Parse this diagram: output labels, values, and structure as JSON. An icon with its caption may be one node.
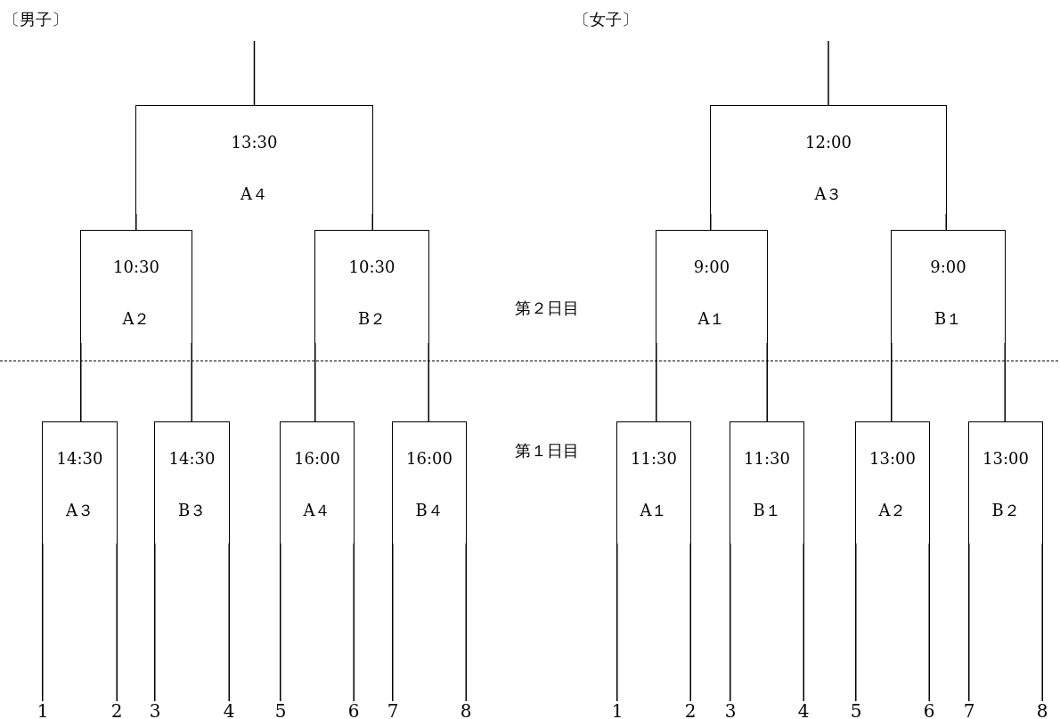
{
  "diagram": {
    "nodes": [
      {
        "text": [
          "13:30",
          "A４"
        ]
      },
      {
        "text": [
          "10:30",
          "A２"
        ]
      },
      {
        "text": [
          "10:30",
          "B２"
        ]
      },
      {
        "text": [
          "14:30",
          "A３"
        ]
      },
      {
        "text": [
          "14:30",
          "B３"
        ]
      },
      {
        "text": [
          "16:00",
          "A４"
        ]
      },
      {
        "text": [
          "16:00",
          "B４"
        ]
      },
      {
        "text": [
          "1"
        ]
      },
      {
        "text": [
          "2"
        ]
      },
      {
        "text": [
          "3"
        ]
      },
      {
        "text": [
          "4"
        ]
      },
      {
        "text": [
          "5"
        ]
      },
      {
        "text": [
          "6"
        ]
      },
      {
        "text": [
          "7"
        ]
      },
      {
        "text": [
          "8"
        ]
      },
      {
        "text": [
          "12:00",
          "A３"
        ]
      },
      {
        "text": [
          "9:00",
          "A１"
        ]
      },
      {
        "text": [
          "9:00",
          "B１"
        ]
      },
      {
        "text": [
          "11:30",
          "A１"
        ]
      },
      {
        "text": [
          "11:30",
          "B１"
        ]
      },
      {
        "text": [
          "13:00",
          "A２"
        ]
      },
      {
        "text": [
          "13:00",
          "B２"
        ]
      },
      {
        "text": [
          "1"
        ]
      },
      {
        "text": [
          "2"
        ]
      },
      {
        "text": [
          "3"
        ]
      },
      {
        "text": [
          "4"
        ]
      },
      {
        "text": [
          "5"
        ]
      },
      {
        "text": [
          "6"
        ]
      },
      {
        "text": [
          "7"
        ]
      },
      {
        "text": [
          "8"
        ]
      }
    ],
    "edges": [
      {
        "from": null,
        "to": 0,
        "arrow": "none"
      },
      {
        "from": 1,
        "to": 0,
        "arrow": "none"
      },
      {
        "from": 2,
        "to": 0,
        "arrow": "none"
      },
      {
        "from": 3,
        "to": 1,
        "arrow": "none"
      },
      {
        "from": 4,
        "to": 1,
        "arrow": "none"
      },
      {
        "from": 5,
        "to": 2,
        "arrow": "none"
      },
      {
        "from": 6,
        "to": 2,
        "arrow": "none"
      },
      {
        "from": 7,
        "to": 3,
        "arrow": "none"
      },
      {
        "from": 8,
        "to": 3,
        "arrow": "none"
      },
      {
        "from": 9,
        "to": 4,
        "arrow": "none"
      },
      {
        "from": 10,
        "to": 4,
        "arrow": "none"
      },
      {
        "from": 11,
        "to": 5,
        "arrow": "none"
      },
      {
        "from": 12,
        "to": 5,
        "arrow": "none"
      },
      {
        "from": 13,
        "to": 6,
        "arrow": "none"
      },
      {
        "from": 14,
        "to": 6,
        "arrow": "none"
      },
      {
        "from": null,
        "to": 15,
        "arrow": "none"
      },
      {
        "from": 16,
        "to": 15,
        "arrow": "none"
      },
      {
        "from": 17,
        "to": 15,
        "arrow": "none"
      },
      {
        "from": 18,
        "to": 16,
        "arrow": "none"
      },
      {
        "from": 19,
        "to": 16,
        "arrow": "none"
      },
      {
        "from": 20,
        "to": 17,
        "arrow": "none"
      },
      {
        "from": 21,
        "to": 17,
        "arrow": "none"
      },
      {
        "from": 22,
        "to": 18,
        "arrow": "none"
      },
      {
        "from": 23,
        "to": 18,
        "arrow": "none"
      },
      {
        "from": 24,
        "to": 19,
        "arrow": "none"
      },
      {
        "from": 25,
        "to": 19,
        "arrow": "none"
      },
      {
        "from": 26,
        "to": 20,
        "arrow": "none"
      },
      {
        "from": 27,
        "to": 20,
        "arrow": "none"
      },
      {
        "from": 28,
        "to": 21,
        "arrow": "none"
      },
      {
        "from": 29,
        "to": 21,
        "arrow": "none"
      }
    ],
    "labels": [
      "〔男子〕",
      "〔女子〕",
      "第２日目",
      "第１日目"
    ]
  }
}
